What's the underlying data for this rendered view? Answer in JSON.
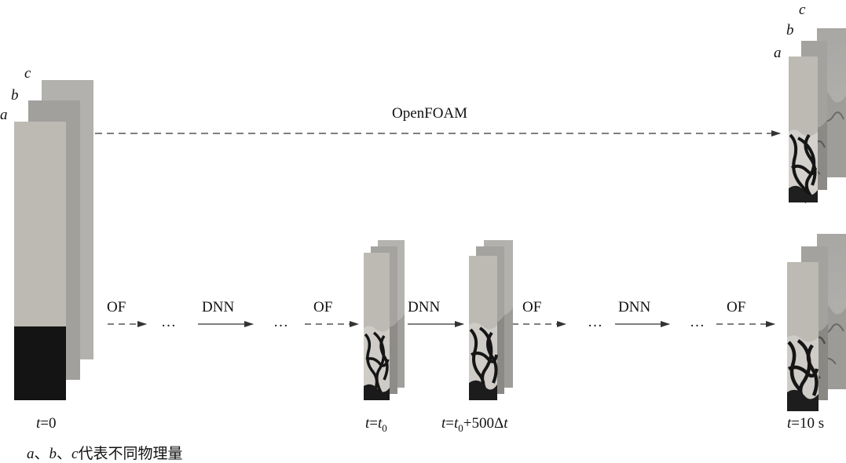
{
  "layer_labels": {
    "a": "a",
    "b": "b",
    "c": "c"
  },
  "top_arrow_label": "OpenFOAM",
  "step_labels": [
    "OF",
    "…",
    "DNN",
    "…",
    "OF",
    "DNN",
    "OF",
    "…",
    "DNN",
    "…",
    "OF"
  ],
  "time_labels": {
    "t0_var": "t",
    "t0_rest": "=0",
    "tt0_var": "t",
    "tt0_eq": "=",
    "tt0_var2": "t",
    "tt0_sub": "0",
    "tt500_var": "t",
    "tt500_eq": "=",
    "tt500_var2": "t",
    "tt500_sub": "0",
    "tt500_rest": "+500Δ",
    "tt500_var3": "t",
    "t10_var": "t",
    "t10_rest": "=10 s"
  },
  "caption": {
    "a": "a",
    "sep1": "、",
    "b": "b",
    "sep2": "、",
    "c": "c",
    "rest": "代表不同物理量"
  },
  "colors": {
    "layer_a": "#bdbab4",
    "layer_b": "#a3a19d",
    "layer_c": "#b2b0ad",
    "fluid_dark": "#141414",
    "arrow": "#333333"
  }
}
